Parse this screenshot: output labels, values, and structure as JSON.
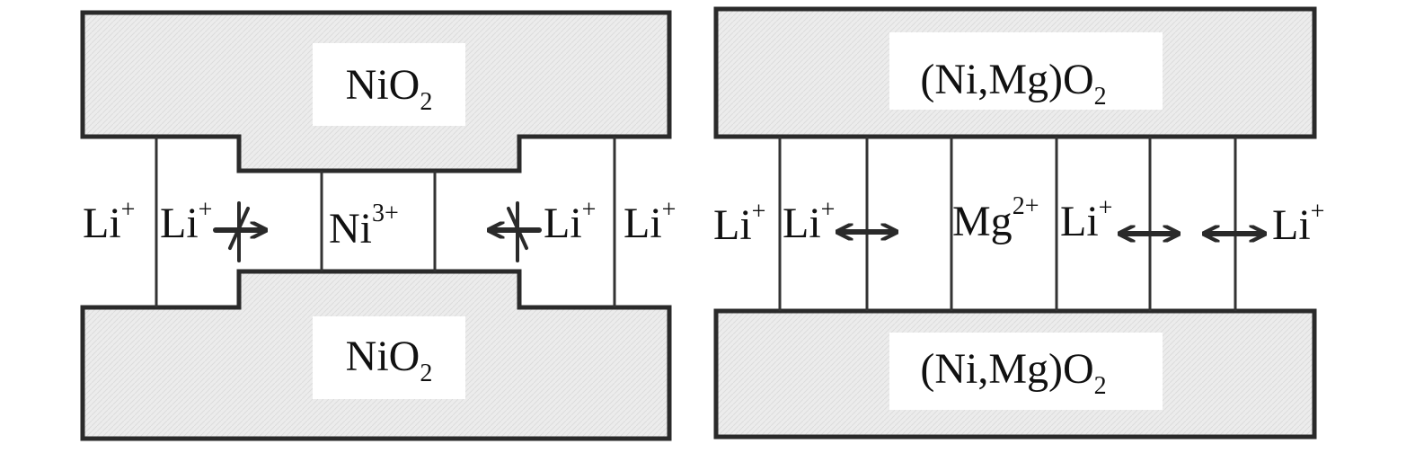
{
  "left_panel": {
    "top_slab": {
      "base": "NiO",
      "sub": "2"
    },
    "bottom_slab": {
      "base": "NiO",
      "sub": "2"
    },
    "ion_outer_left": {
      "base": "Li",
      "sup": "+"
    },
    "ion_inner_left": {
      "base": "Li",
      "sup": "+"
    },
    "ion_center": {
      "base": "Ni",
      "sup": "3+"
    },
    "ion_inner_right": {
      "base": "Li",
      "sup": "+"
    },
    "ion_outer_right": {
      "base": "Li",
      "sup": "+"
    }
  },
  "right_panel": {
    "top_slab": {
      "base": "(Ni,Mg)O",
      "sub": "2"
    },
    "bottom_slab": {
      "base": "(Ni,Mg)O",
      "sub": "2"
    },
    "ion_1": {
      "base": "Li",
      "sup": "+"
    },
    "ion_2": {
      "base": "Li",
      "sup": "+"
    },
    "ion_mg": {
      "base": "Mg",
      "sup": "2+"
    },
    "ion_3": {
      "base": "Li",
      "sup": "+"
    },
    "ion_4": {
      "base": "Li",
      "sup": "+"
    }
  },
  "colors": {
    "slab_fill": "#ececec",
    "outline": "#2a2a2a",
    "background": "#ffffff"
  },
  "arrows": {
    "left_panel": [
      "blocked-arrow-right",
      "blocked-arrow-left"
    ],
    "right_panel": [
      "double-arrow",
      "double-arrow",
      "double-arrow"
    ]
  }
}
